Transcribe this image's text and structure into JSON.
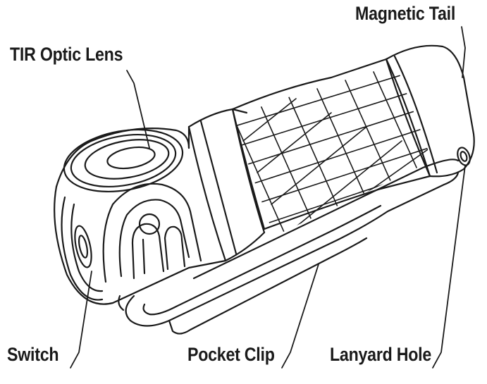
{
  "labels": {
    "magnetic_tail": "Magnetic Tail",
    "tir_optic_lens": "TIR Optic Lens",
    "switch": "Switch",
    "pocket_clip": "Pocket Clip",
    "lanyard_hole": "Lanyard Hole"
  },
  "colors": {
    "line": "#1a1a1a",
    "fill": "#ffffff"
  }
}
